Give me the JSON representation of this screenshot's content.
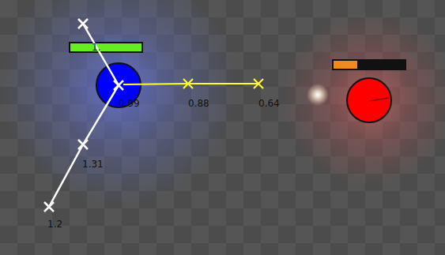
{
  "diagram": {
    "labels": [
      "1.",
      "0.99",
      "0.88",
      "0.64",
      "1.31",
      "1.2"
    ]
  }
}
